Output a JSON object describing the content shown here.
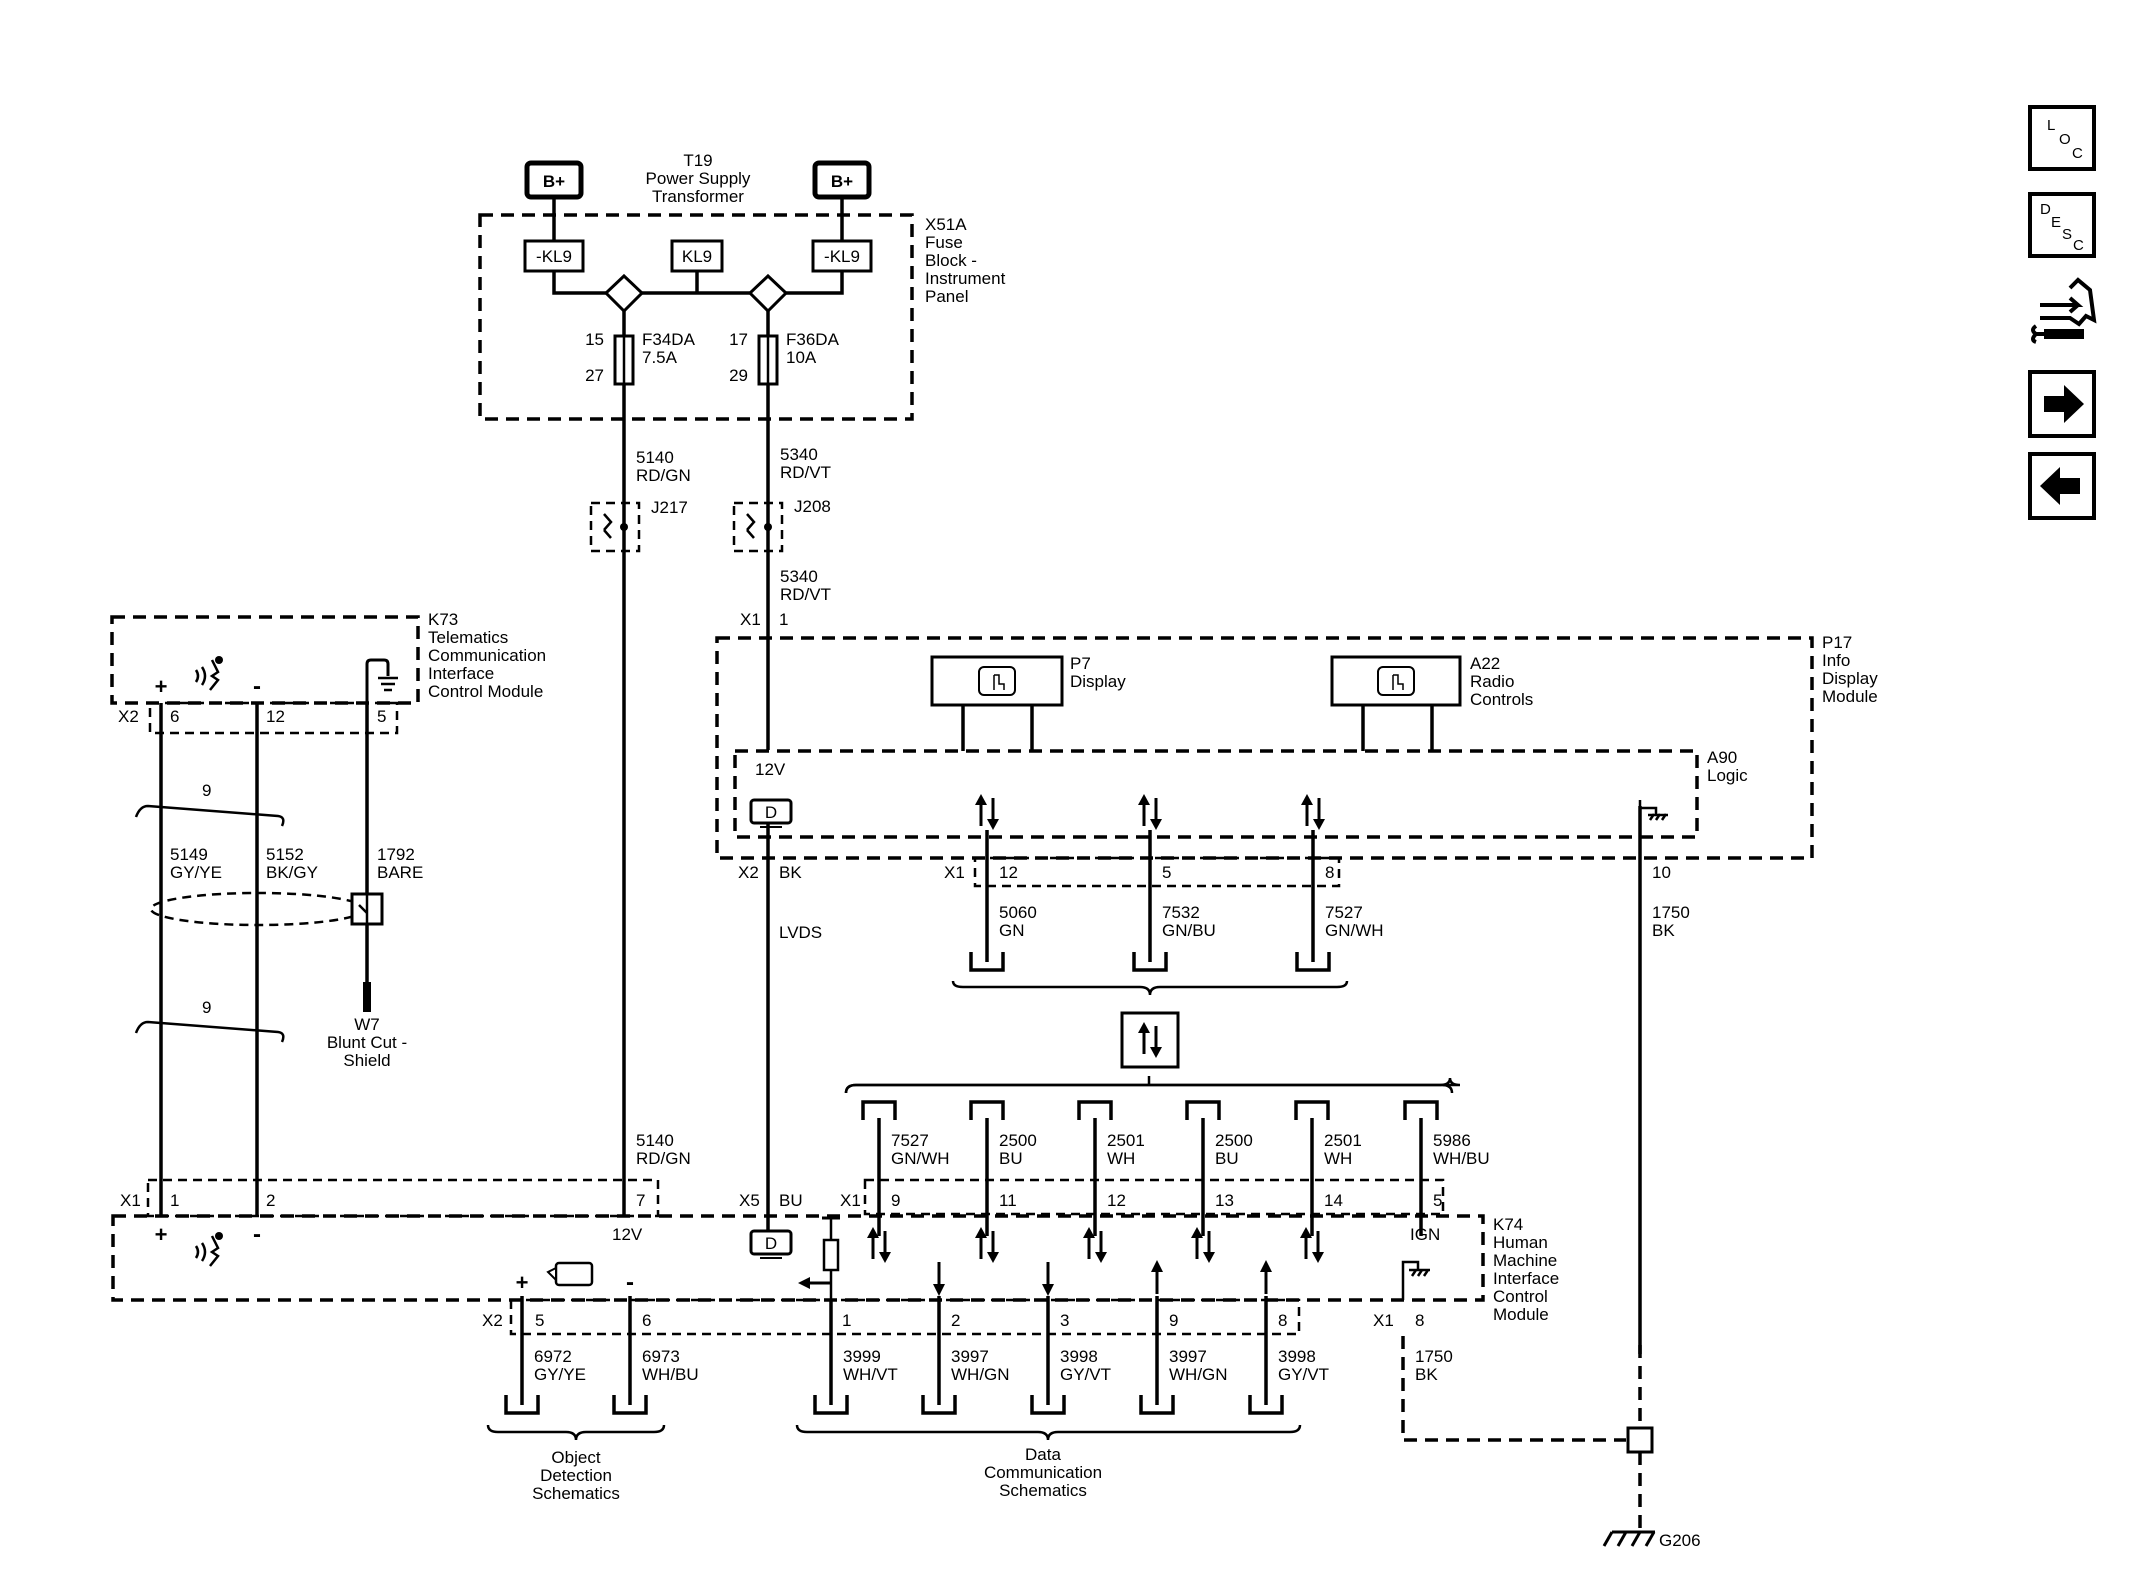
{
  "transformer": {
    "ref": "T19",
    "line1": "Power Supply",
    "line2": "Transformer"
  },
  "battery": {
    "left": "B+",
    "right": "B+"
  },
  "fuse_block": {
    "ref": "X51A",
    "l1": "Fuse",
    "l2": "Block -",
    "l3": "Instrument",
    "l4": "Panel",
    "kl_left": "-KL9",
    "kl_mid": "KL9",
    "kl_right": "-KL9",
    "f1_name": "F34DA",
    "f1_rating": "7.5A",
    "f1_in": "15",
    "f1_out": "27",
    "f2_name": "F36DA",
    "f2_rating": "10A",
    "f2_in": "17",
    "f2_out": "29"
  },
  "wires": {
    "w5140_num": "5140",
    "w5140_col": "RD/GN",
    "w5340_num": "5340",
    "w5340_col": "RD/VT",
    "w5340b_num": "5340",
    "w5340b_col": "RD/VT",
    "w5140b_num": "5140",
    "w5140b_col": "RD/GN",
    "lvds": "LVDS",
    "w5149_num": "5149",
    "w5149_col": "GY/YE",
    "w5152_num": "5152",
    "w5152_col": "BK/GY",
    "w1792_num": "1792",
    "w1792_col": "BARE",
    "w5060_num": "5060",
    "w5060_col": "GN",
    "w7532_num": "7532",
    "w7532_col": "GN/BU",
    "w7527_num": "7527",
    "w7527_col": "GN/WH",
    "w1750_num": "1750",
    "w1750_col": "BK",
    "b7527_num": "7527",
    "b7527_col": "GN/WH",
    "b2500a_num": "2500",
    "b2500a_col": "BU",
    "b2501a_num": "2501",
    "b2501a_col": "WH",
    "b2500b_num": "2500",
    "b2500b_col": "BU",
    "b2501b_num": "2501",
    "b2501b_col": "WH",
    "b5986_num": "5986",
    "b5986_col": "WH/BU",
    "c6972_num": "6972",
    "c6972_col": "GY/YE",
    "c6973_num": "6973",
    "c6973_col": "WH/BU",
    "c3999_num": "3999",
    "c3999_col": "WH/VT",
    "c3997a_num": "3997",
    "c3997a_col": "WH/GN",
    "c3998a_num": "3998",
    "c3998a_col": "GY/VT",
    "c3997b_num": "3997",
    "c3997b_col": "WH/GN",
    "c3998b_num": "3998",
    "c3998b_col": "GY/VT",
    "c1750_num": "1750",
    "c1750_col": "BK"
  },
  "splices": {
    "j217": "J217",
    "j208": "J208"
  },
  "twist": {
    "top": "9",
    "bottom": "9"
  },
  "k73": {
    "ref": "K73",
    "l1": "Telematics",
    "l2": "Communication",
    "l3": "Interface",
    "l4": "Control Module",
    "conn": "X2",
    "pin6": "6",
    "pin12": "12",
    "pin5": "5",
    "plus": "+",
    "minus": "-"
  },
  "w7": {
    "ref": "W7",
    "l1": "Blunt Cut -",
    "l2": "Shield"
  },
  "p17": {
    "ref": "P17",
    "l1": "Info",
    "l2": "Display",
    "l3": "Module",
    "x1": "X1",
    "pin1": "1",
    "v12": "12V",
    "d": "D",
    "x2": "X2",
    "bk": "BK",
    "x1b": "X1",
    "pin12": "12",
    "pin5": "5",
    "pin8": "8",
    "pin10": "10"
  },
  "p7": {
    "ref": "P7",
    "l1": "Display"
  },
  "a22": {
    "ref": "A22",
    "l1": "Radio",
    "l2": "Controls"
  },
  "a90": {
    "ref": "A90",
    "l1": "Logic"
  },
  "k74": {
    "ref": "K74",
    "l1": "Human",
    "l2": "Machine",
    "l3": "Interface",
    "l4": "Control",
    "l5": "Module",
    "x1": "X1",
    "pin1": "1",
    "pin2": "2",
    "pin7": "7",
    "v12": "12V",
    "x5": "X5",
    "bu": "BU",
    "d": "D",
    "x1b": "X1",
    "pin9": "9",
    "pin11": "11",
    "pin12": "12",
    "pin13": "13",
    "pin14": "14",
    "pin5": "5",
    "ign": "IGN",
    "x2": "X2",
    "pin5b": "5",
    "pin6": "6",
    "plus": "+",
    "minus": "-",
    "c1": "1",
    "c2": "2",
    "c3": "3",
    "c9": "9",
    "c8": "8",
    "x1c": "X1",
    "pin8": "8",
    "splus": "+",
    "sminus": "-"
  },
  "refs": {
    "object": {
      "l1": "Object",
      "l2": "Detection",
      "l3": "Schematics"
    },
    "data": {
      "l1": "Data",
      "l2": "Communication",
      "l3": "Schematics"
    }
  },
  "ground": {
    "ref": "G206"
  },
  "nav": {
    "loc": [
      "L",
      "O",
      "C"
    ],
    "desc": [
      "D",
      "E",
      "S",
      "C"
    ]
  }
}
